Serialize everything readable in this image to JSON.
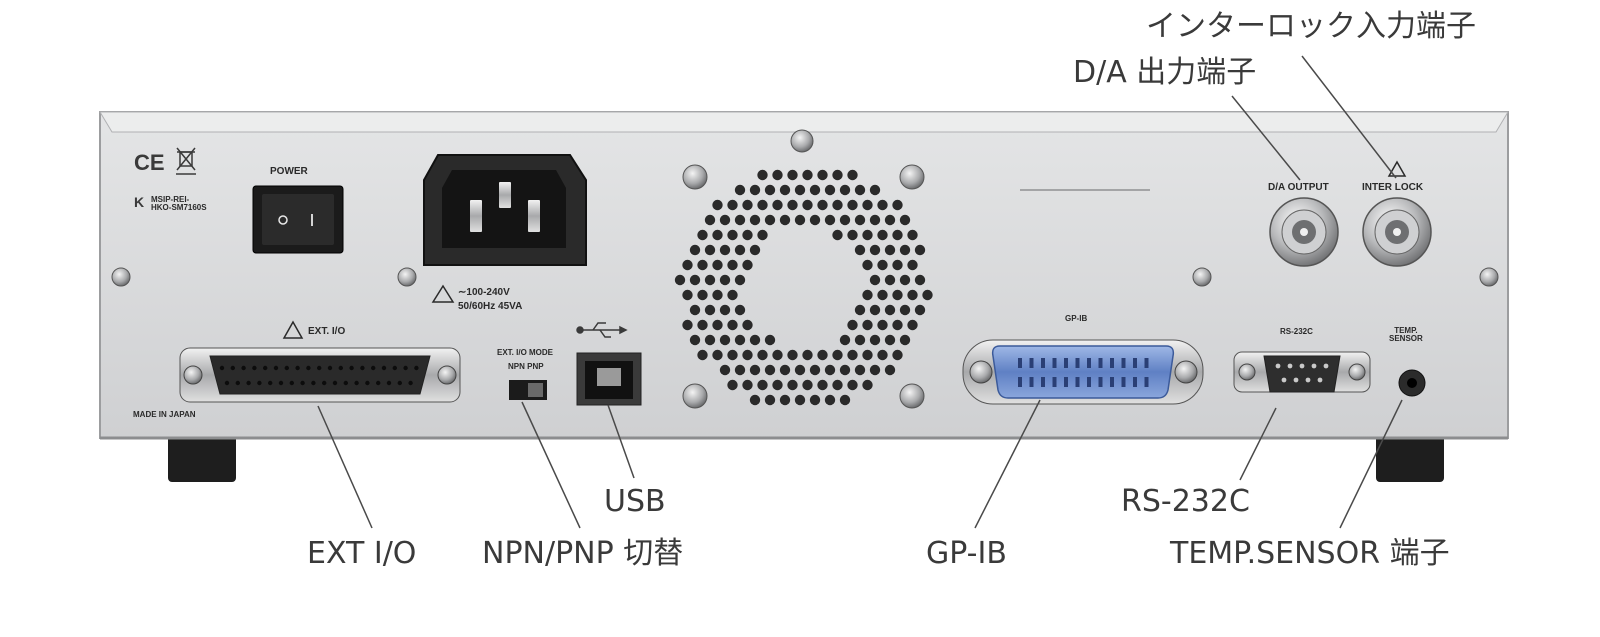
{
  "callouts": {
    "interlock": "インターロック入力端子",
    "da_output": "D/A 出力端子",
    "usb": "USB",
    "rs232c": "RS-232C",
    "ext_io": "EXT I/O",
    "npn_pnp": "NPN/PNP 切替",
    "gpib": "GP-IB",
    "temp_sensor": "TEMP.SENSOR 端子"
  },
  "panel_labels": {
    "ce_mark": "CE",
    "kc_text": "MSIP-REI-\nHKO-SM7160S",
    "power": "POWER",
    "switch_symbols": "O  I",
    "ac_rating_line1": "∼100-240V",
    "ac_rating_line2": "50/60Hz  45VA",
    "ext_io": "EXT. I/O",
    "made_in": "MADE IN JAPAN",
    "ext_io_mode": "EXT. I/O MODE",
    "npn_pnp": "NPN  PNP",
    "gpib": "GP-IB",
    "rs232c": "RS-232C",
    "temp_sensor": "TEMP.\nSENSOR",
    "da_output": "D/A OUTPUT",
    "inter_lock": "INTER LOCK",
    "warning_symbol": "⚠"
  },
  "colors": {
    "panel": "#d9dadb",
    "panel_edge": "#9c9d9f",
    "gpib_connector": "#6f8fcf",
    "callout_text": "#3a3a3a"
  }
}
